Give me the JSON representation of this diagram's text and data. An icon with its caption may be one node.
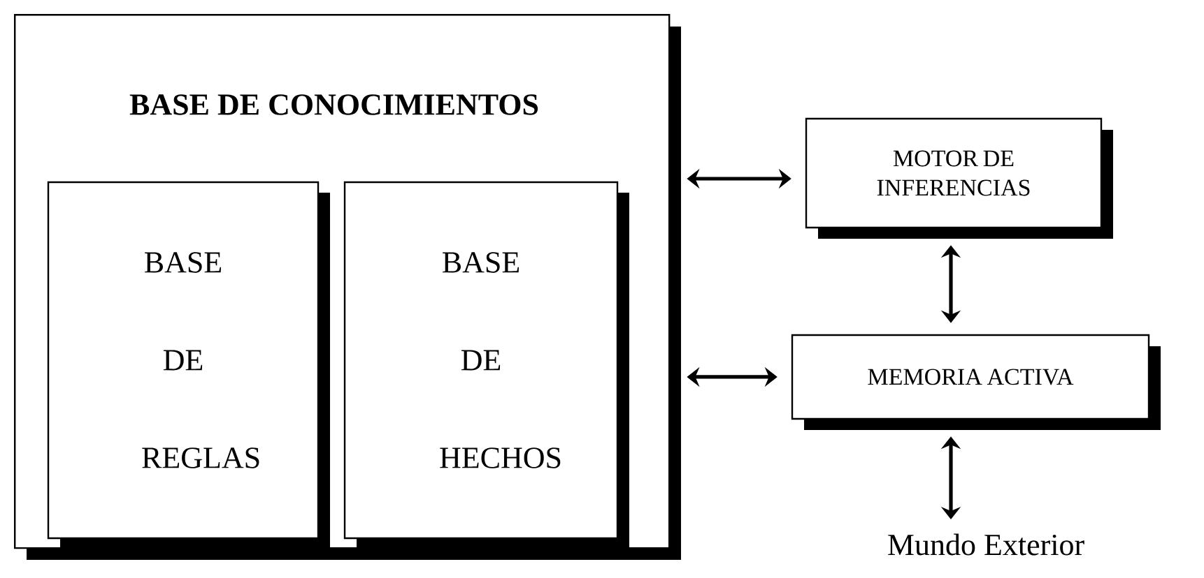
{
  "diagram": {
    "nodes": [
      {
        "text": [
          "BASE DE CONOCIMIENTOS"
        ]
      },
      {
        "text": [
          "BASE DE REGLAS"
        ],
        "in": 0
      },
      {
        "text": [
          "BASE DE HECHOS"
        ],
        "in": 0
      },
      {
        "text": [
          "MOTOR DE INFERENCIAS"
        ]
      },
      {
        "text": [
          "MEMORIA ACTIVA"
        ]
      },
      {
        "text": [
          "Mundo Exterior"
        ]
      }
    ],
    "edges": [
      {
        "from": 0,
        "to": 3,
        "arrow": "both"
      },
      {
        "from": 0,
        "to": 4,
        "arrow": "both"
      },
      {
        "from": 3,
        "to": 4,
        "arrow": "both"
      },
      {
        "from": 4,
        "to": 5,
        "arrow": "both"
      }
    ]
  }
}
